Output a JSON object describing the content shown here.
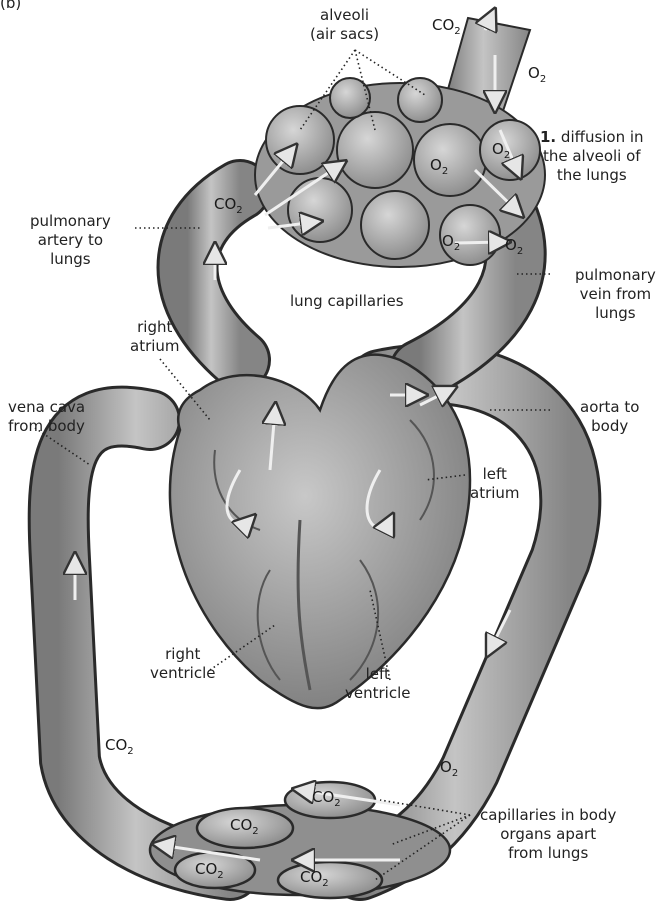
{
  "header": {
    "fragment": "(b)"
  },
  "labels": {
    "alveoli": [
      "alveoli",
      "(air sacs)"
    ],
    "diffusion_num": "1.",
    "diffusion": [
      "diffusion in",
      "the alveoli of",
      "the lungs"
    ],
    "pulmonary_artery": [
      "pulmonary",
      "artery to",
      "lungs"
    ],
    "pulmonary_vein": [
      "pulmonary",
      "vein from",
      "lungs"
    ],
    "lung_capillaries": "lung capillaries",
    "right_atrium": [
      "right",
      "atrium"
    ],
    "vena_cava": [
      "vena cava",
      "from body"
    ],
    "aorta": [
      "aorta to",
      "body"
    ],
    "left_atrium": [
      "left",
      "atrium"
    ],
    "right_ventricle": [
      "right",
      "ventricle"
    ],
    "left_ventricle": [
      "left",
      "ventricle"
    ],
    "capillaries_body": [
      "capillaries in body",
      "organs apart",
      "from lungs"
    ]
  },
  "gases": {
    "co2": "CO",
    "co2_sub": "2",
    "o2": "O",
    "o2_sub": "2"
  },
  "colors": {
    "vessel": "#a6a6a6",
    "vessel_dark": "#6f6f6f",
    "outline": "#2a2a2a",
    "arrow": "#d9d9d9"
  }
}
